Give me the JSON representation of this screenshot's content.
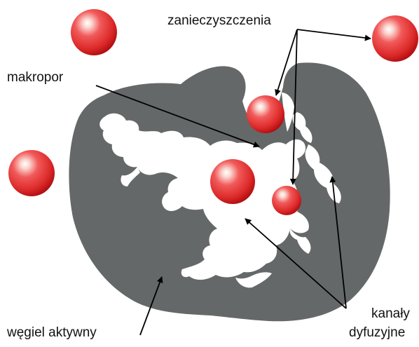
{
  "labels": {
    "contaminants": "zanieczyszczenia",
    "macropore": "makropor",
    "diffusion_channels_line1": "kanały",
    "diffusion_channels_line2": "dyfuzyjne",
    "activated_carbon": "węgiel aktywny"
  },
  "colors": {
    "carbon": "#646868",
    "pore": "#ffffff",
    "sphere_core": "#ffffff",
    "sphere_mid": "#f15a5a",
    "sphere_edge": "#b20f12",
    "arrow": "#000000",
    "text": "#111111"
  },
  "icons": {
    "contaminant": "red-sphere-icon",
    "pointer": "arrow-icon"
  }
}
